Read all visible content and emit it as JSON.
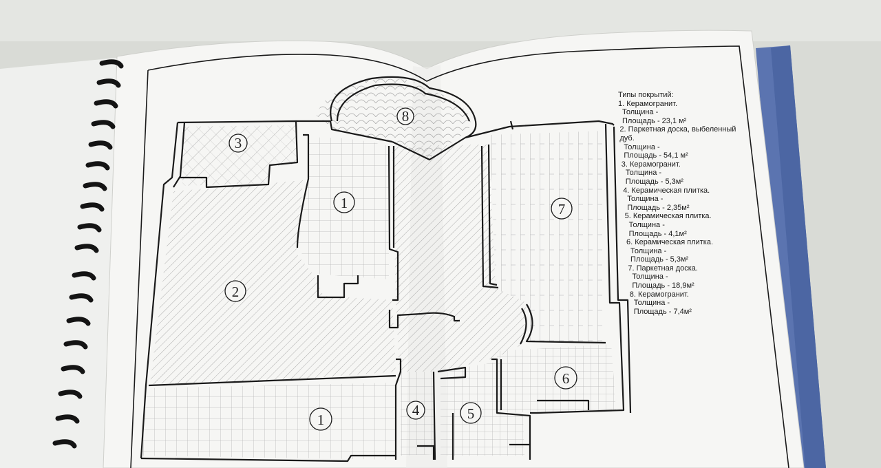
{
  "legend": {
    "title": "Типы покрытий:",
    "items": [
      {
        "name": "1. Керамогранит.",
        "thickness": "Толщина -",
        "area": "Площадь - 23,1 м²"
      },
      {
        "name": "2. Паркетная доска, выбеленный дуб.",
        "thickness": "Толщина -",
        "area": "Площадь - 54,1 м²"
      },
      {
        "name": "3. Керамогранит.",
        "thickness": "Толщина -",
        "area": "Площадь - 5,3м²"
      },
      {
        "name": "4. Керамическая плитка.",
        "thickness": "Толщина -",
        "area": "Площадь - 2,35м²"
      },
      {
        "name": "5. Керамическая плитка.",
        "thickness": "Толщина -",
        "area": "Площадь - 4,1м²"
      },
      {
        "name": "6. Керамическая плитка.",
        "thickness": "Толщина -",
        "area": "Площадь - 5,3м²"
      },
      {
        "name": "7. Паркетная доска.",
        "thickness": "Толщина -",
        "area": "Площадь - 18,9м²"
      },
      {
        "name": "8. Керамогранит.",
        "thickness": "Толщина -",
        "area": "Площадь - 7,4м²"
      }
    ]
  },
  "rooms": {
    "r1a": "1",
    "r1b": "1",
    "r2": "2",
    "r3": "3",
    "r4": "4",
    "r5": "5",
    "r6": "6",
    "r7": "7",
    "r8": "8"
  },
  "colors": {
    "table": "#d9dbd6",
    "paper": "#f6f6f4",
    "cover": "#5b74b0",
    "binding": "#141414",
    "ink": "#1a1a1a"
  }
}
